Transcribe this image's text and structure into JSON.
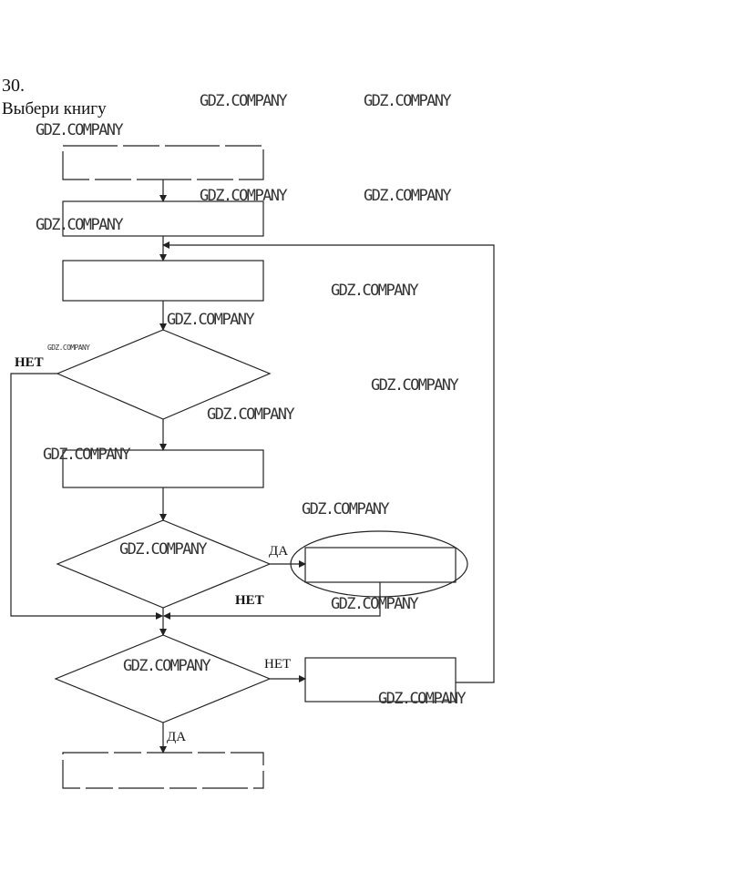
{
  "task": {
    "number": "30.",
    "title": "Выбери книгу"
  },
  "labels": {
    "no_1": "НЕТ",
    "yes_2": "ДА",
    "no_2": "НЕТ",
    "no_3": "НЕТ",
    "yes_3": "ДА"
  },
  "watermark": "GDZ.COMPANY"
}
